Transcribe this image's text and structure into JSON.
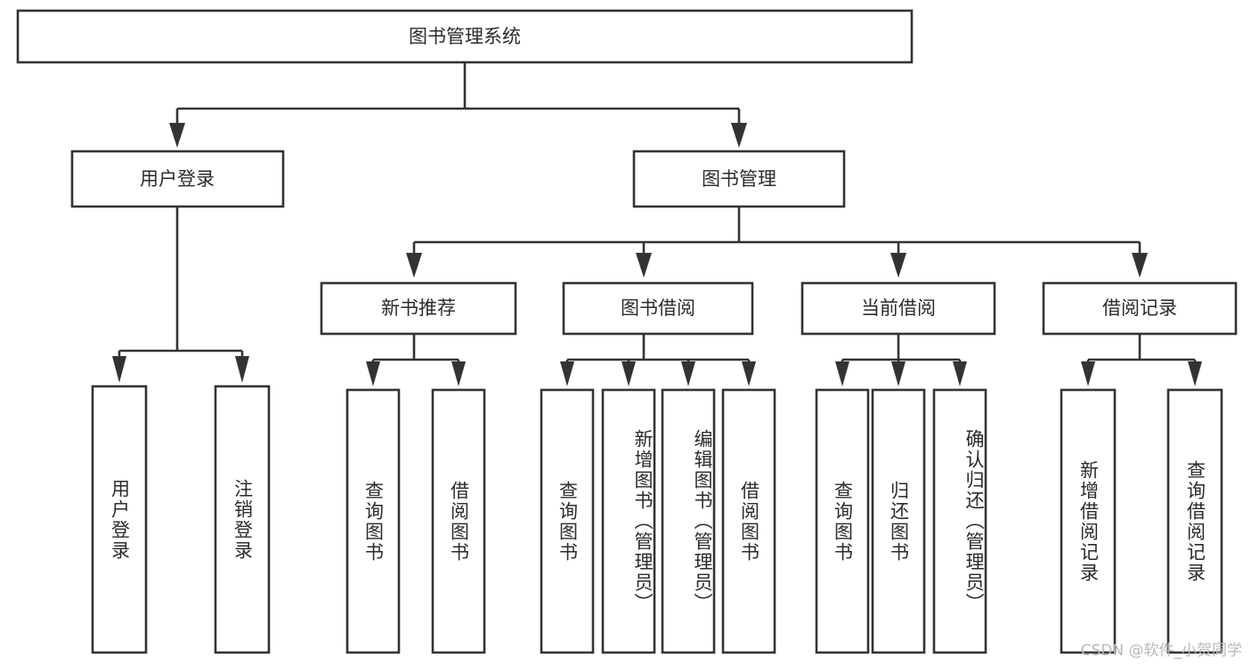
{
  "diagram": {
    "type": "tree-hierarchy",
    "title": "图书管理系统",
    "orientation": "top-down",
    "colors": {
      "box_stroke": "#333333",
      "box_fill": "#ffffff",
      "text": "#2b2b2b",
      "background": "#ffffff",
      "watermark": "#b8b8b8"
    },
    "root": {
      "label": "图书管理系统",
      "level": 1
    },
    "level2": [
      {
        "label": "用户登录",
        "level": 2
      },
      {
        "label": "图书管理",
        "level": 2
      }
    ],
    "level3": [
      {
        "label": "新书推荐",
        "level": 3,
        "parent": "图书管理"
      },
      {
        "label": "图书借阅",
        "level": 3,
        "parent": "图书管理"
      },
      {
        "label": "当前借阅",
        "level": 3,
        "parent": "图书管理"
      },
      {
        "label": "借阅记录",
        "level": 3,
        "parent": "图书管理"
      }
    ],
    "leaves": [
      {
        "label": "用户登录",
        "parent": "用户登录",
        "group": 1
      },
      {
        "label": "注销登录",
        "parent": "用户登录",
        "group": 1
      },
      {
        "label": "查询图书",
        "parent": "新书推荐",
        "group": 2
      },
      {
        "label": "借阅图书",
        "parent": "新书推荐",
        "group": 2
      },
      {
        "label": "查询图书",
        "parent": "图书借阅",
        "group": 3
      },
      {
        "label": "新增图书（管理员）",
        "parent": "图书借阅",
        "group": 3
      },
      {
        "label": "编辑图书（管理员）",
        "parent": "图书借阅",
        "group": 3
      },
      {
        "label": "借阅图书",
        "parent": "图书借阅",
        "group": 3
      },
      {
        "label": "查询图书",
        "parent": "当前借阅",
        "group": 4
      },
      {
        "label": "归还图书",
        "parent": "当前借阅",
        "group": 4
      },
      {
        "label": "确认归还（管理员）",
        "parent": "当前借阅",
        "group": 4
      },
      {
        "label": "新增借阅记录",
        "parent": "借阅记录",
        "group": 5
      },
      {
        "label": "查询借阅记录",
        "parent": "借阅记录",
        "group": 5
      }
    ]
  },
  "watermark": {
    "text": "CSDN @软件_小贺同学"
  }
}
